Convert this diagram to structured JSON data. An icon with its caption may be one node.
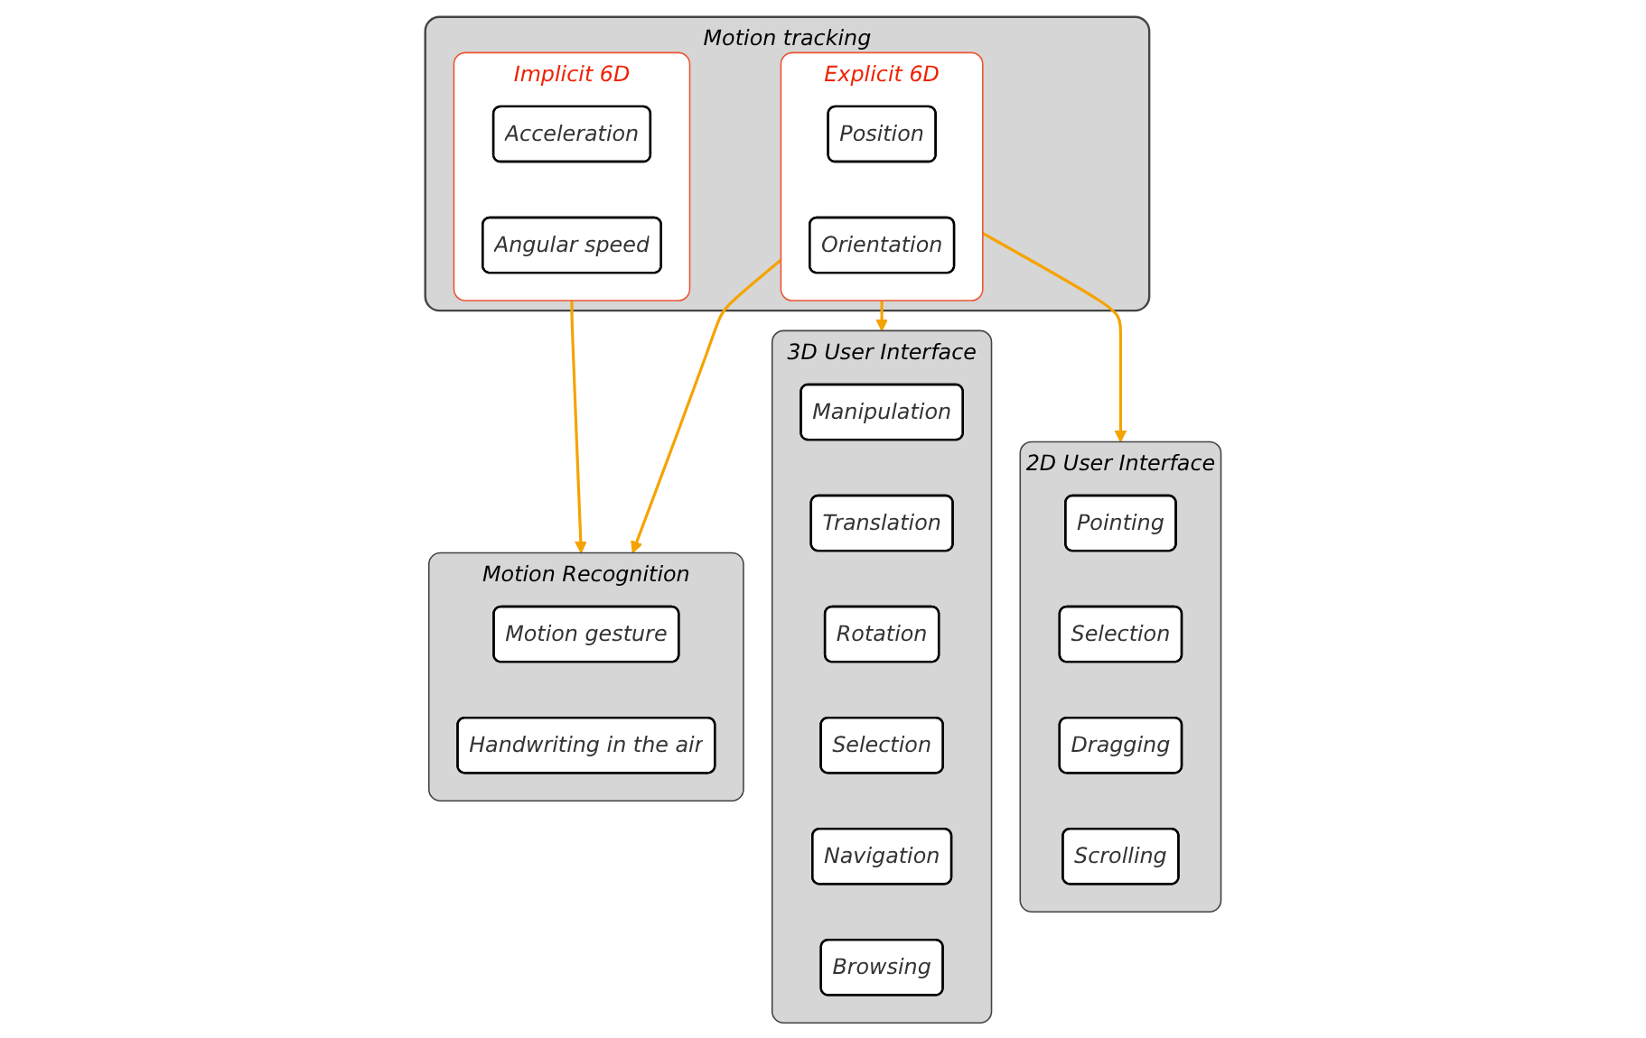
{
  "diagram": {
    "nodes": [
      {
        "text": [
          "Motion tracking"
        ]
      },
      {
        "text": [
          "Explicit 6D"
        ],
        "in": 0
      },
      {
        "text": [
          "Position"
        ],
        "in": 1
      },
      {
        "text": [
          "Orientation"
        ],
        "in": 1
      },
      {
        "text": [
          "Implicit 6D"
        ],
        "in": 0
      },
      {
        "text": [
          "Acceleration"
        ],
        "in": 4
      },
      {
        "text": [
          "Angular speed"
        ],
        "in": 4
      },
      {
        "text": [
          "2D User Interface"
        ]
      },
      {
        "text": [
          "Pointing"
        ],
        "in": 7
      },
      {
        "text": [
          "Selection"
        ],
        "in": 7
      },
      {
        "text": [
          "Dragging"
        ],
        "in": 7
      },
      {
        "text": [
          "Scrolling"
        ],
        "in": 7
      },
      {
        "text": [
          "3D User Interface"
        ]
      },
      {
        "text": [
          "Manipulation"
        ],
        "in": 12
      },
      {
        "text": [
          "Translation"
        ],
        "in": 12
      },
      {
        "text": [
          "Rotation"
        ],
        "in": 12
      },
      {
        "text": [
          "Selection"
        ],
        "in": 12
      },
      {
        "text": [
          "Navigation"
        ],
        "in": 12
      },
      {
        "text": [
          "Browsing"
        ],
        "in": 12
      },
      {
        "text": [
          "Motion Recognition"
        ]
      },
      {
        "text": [
          "Motion gesture"
        ],
        "in": 19
      },
      {
        "text": [
          "Handwriting in the air"
        ],
        "in": 19
      }
    ],
    "edges": [
      {
        "from": 1,
        "to": 7,
        "arrow": "to"
      },
      {
        "from": 1,
        "to": 12,
        "arrow": "to"
      },
      {
        "from": 1,
        "to": 19,
        "arrow": "to"
      },
      {
        "from": 4,
        "to": 19,
        "arrow": "to"
      }
    ]
  }
}
